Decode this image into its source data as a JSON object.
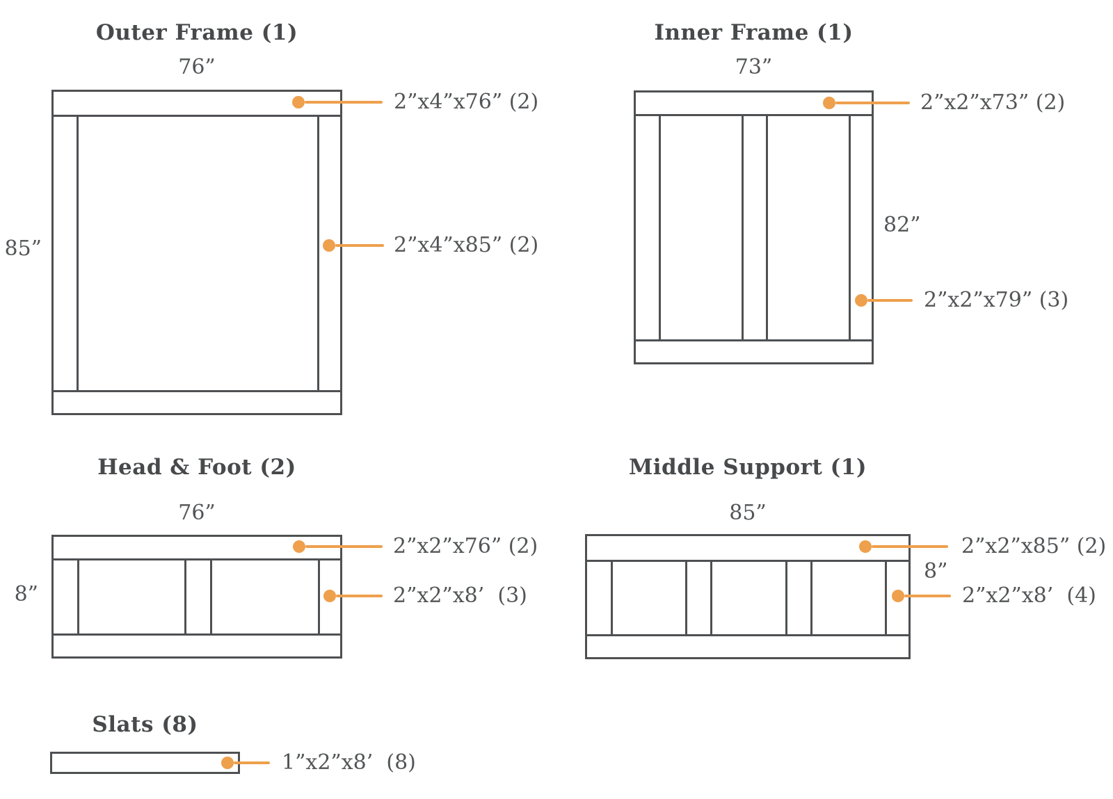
{
  "palette": {
    "accent": "#eea04d",
    "stroke": "#4e5052",
    "title_text": "#47494b",
    "label_text": "#525456",
    "background": "#ffffff"
  },
  "sections": {
    "outer_frame": {
      "title": "Outer Frame (1)",
      "top_dim": "76”",
      "side_dim": "85”",
      "callouts": [
        {
          "label": "2”x4”x76” (2)"
        },
        {
          "label": "2”x4”x85” (2)"
        }
      ]
    },
    "inner_frame": {
      "title": "Inner Frame (1)",
      "top_dim": "73”",
      "side_dim": "82”",
      "callouts": [
        {
          "label": "2”x2”x73” (2)"
        },
        {
          "label": "2”x2”x79” (3)"
        }
      ]
    },
    "head_foot": {
      "title": "Head & Foot (2)",
      "top_dim": "76”",
      "side_dim": "8”",
      "callouts": [
        {
          "label": "2”x2”x76” (2)"
        },
        {
          "label": "2”x2”x8’  (3)"
        }
      ]
    },
    "middle_support": {
      "title": "Middle Support (1)",
      "top_dim": "85”",
      "side_dim": "8”",
      "callouts": [
        {
          "label": "2”x2”x85” (2)"
        },
        {
          "label": "2”x2”x8’  (4)"
        }
      ]
    },
    "slats": {
      "title": "Slats (8)",
      "callouts": [
        {
          "label": "1”x2”x8’  (8)"
        }
      ]
    }
  }
}
